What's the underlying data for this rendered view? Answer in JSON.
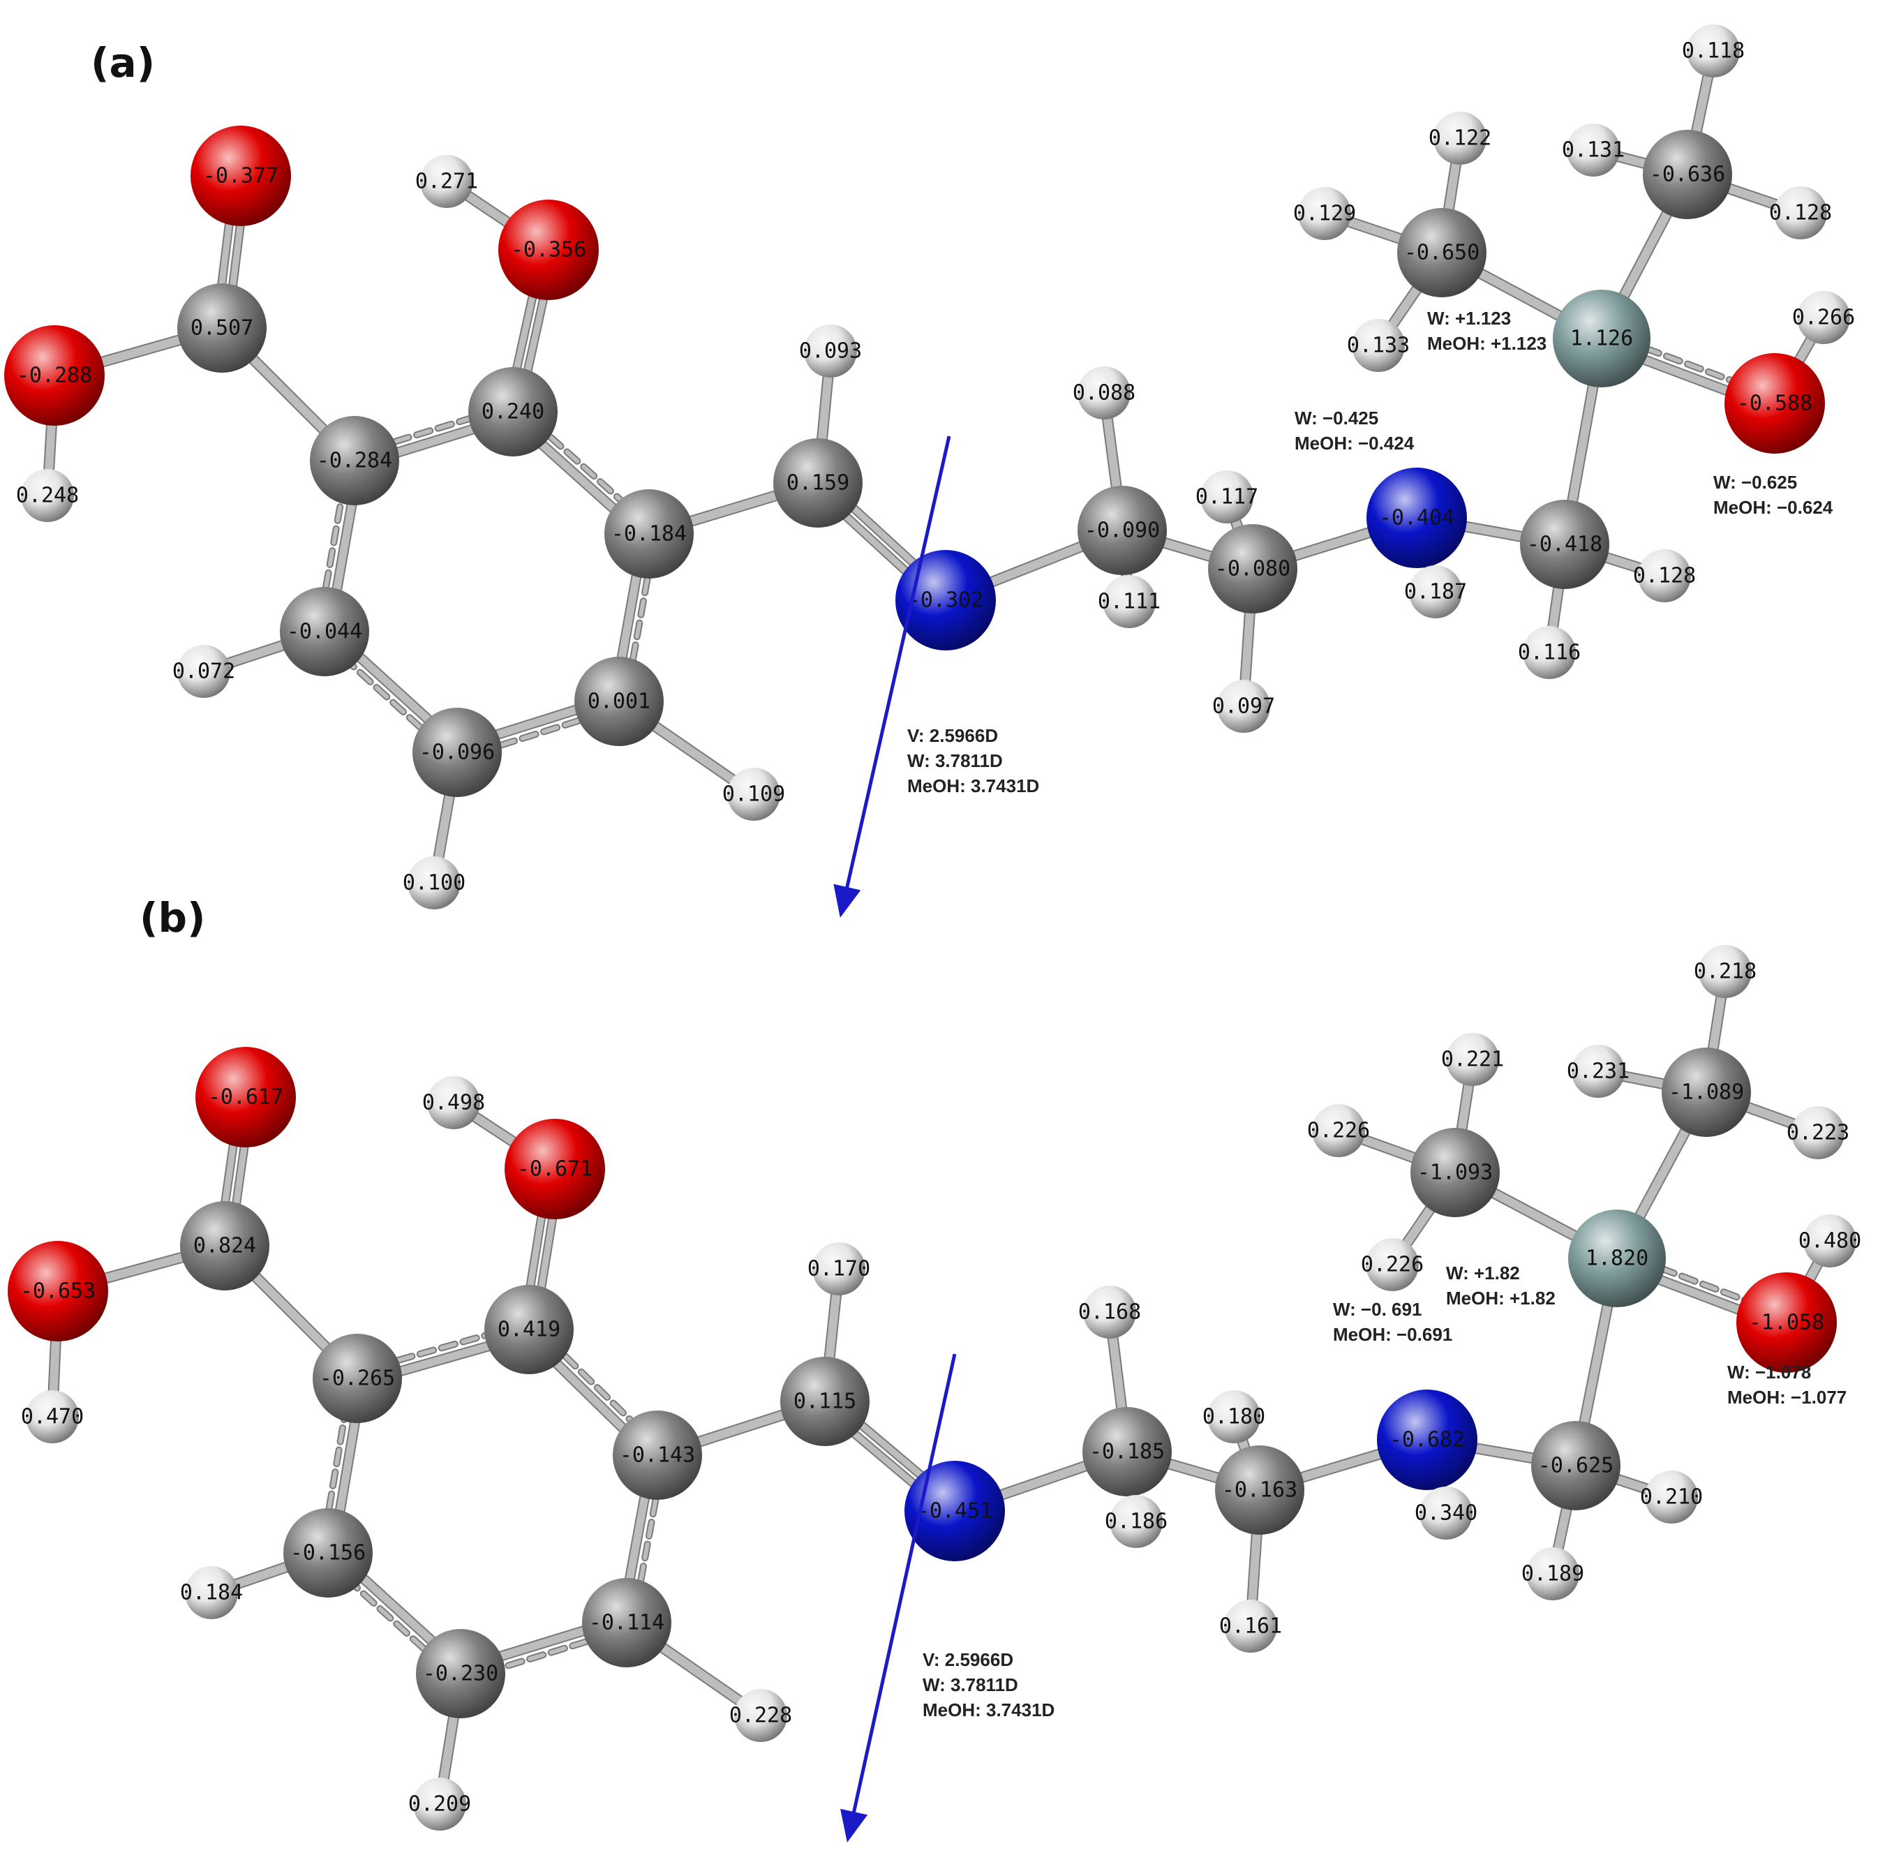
{
  "panels": [
    {
      "label": "(a)",
      "atoms": [
        {
          "id": "O1",
          "el": "O",
          "q": "-0.377"
        },
        {
          "id": "C_cooh",
          "el": "C",
          "q": "0.507"
        },
        {
          "id": "O_oh",
          "el": "O",
          "q": "-0.288"
        },
        {
          "id": "H_oh",
          "el": "H",
          "q": "0.248"
        },
        {
          "id": "C1",
          "el": "C",
          "q": "-0.284"
        },
        {
          "id": "C2",
          "el": "C",
          "q": "0.240"
        },
        {
          "id": "O_ph",
          "el": "O",
          "q": "-0.356"
        },
        {
          "id": "H_ph",
          "el": "H",
          "q": "0.271"
        },
        {
          "id": "C3",
          "el": "C",
          "q": "-0.184"
        },
        {
          "id": "C4",
          "el": "C",
          "q": "0.001"
        },
        {
          "id": "C5",
          "el": "C",
          "q": "-0.096"
        },
        {
          "id": "C6",
          "el": "C",
          "q": "-0.044"
        },
        {
          "id": "H6",
          "el": "H",
          "q": "0.072"
        },
        {
          "id": "H5",
          "el": "H",
          "q": "0.100"
        },
        {
          "id": "H4",
          "el": "H",
          "q": "0.109"
        },
        {
          "id": "C7",
          "el": "C",
          "q": "0.159"
        },
        {
          "id": "H7",
          "el": "H",
          "q": "0.093"
        },
        {
          "id": "N1",
          "el": "N",
          "q": "-0.302"
        },
        {
          "id": "C8",
          "el": "C",
          "q": "-0.090"
        },
        {
          "id": "H8a",
          "el": "H",
          "q": "0.088"
        },
        {
          "id": "H8b",
          "el": "H",
          "q": "0.111"
        },
        {
          "id": "C9",
          "el": "C",
          "q": "-0.080"
        },
        {
          "id": "H9a",
          "el": "H",
          "q": "0.117"
        },
        {
          "id": "H9b",
          "el": "H",
          "q": "0.097"
        },
        {
          "id": "N2",
          "el": "N",
          "q": "-0.404"
        },
        {
          "id": "HN2",
          "el": "H",
          "q": "0.187"
        },
        {
          "id": "C10",
          "el": "C",
          "q": "-0.418"
        },
        {
          "id": "H10a",
          "el": "H",
          "q": "0.128"
        },
        {
          "id": "H10b",
          "el": "H",
          "q": "0.116"
        },
        {
          "id": "Si",
          "el": "Si",
          "q": "1.126"
        },
        {
          "id": "O_si",
          "el": "O",
          "q": "-0.588"
        },
        {
          "id": "H_osi",
          "el": "H",
          "q": "0.266"
        },
        {
          "id": "C11",
          "el": "C",
          "q": "-0.650"
        },
        {
          "id": "H11a",
          "el": "H",
          "q": "0.122"
        },
        {
          "id": "H11b",
          "el": "H",
          "q": "0.129"
        },
        {
          "id": "H11c",
          "el": "H",
          "q": "0.133"
        },
        {
          "id": "C12",
          "el": "C",
          "q": "-0.636"
        },
        {
          "id": "H12a",
          "el": "H",
          "q": "0.118"
        },
        {
          "id": "H12b",
          "el": "H",
          "q": "0.131"
        },
        {
          "id": "H12c",
          "el": "H",
          "q": "0.128"
        }
      ],
      "annotations": {
        "dipole": [
          "V: 2.5966D",
          "W: 3.7811D",
          "MeOH: 3.7431D"
        ],
        "si": [
          "W: +1.123",
          "MeOH: +1.123"
        ],
        "n2": [
          "W: −0.425",
          "MeOH: −0.424"
        ],
        "o_si": [
          "W: −0.625",
          "MeOH: −0.624"
        ]
      }
    },
    {
      "label": "(b)",
      "atoms": [
        {
          "id": "O1",
          "el": "O",
          "q": "-0.617"
        },
        {
          "id": "C_cooh",
          "el": "C",
          "q": "0.824"
        },
        {
          "id": "O_oh",
          "el": "O",
          "q": "-0.653"
        },
        {
          "id": "H_oh",
          "el": "H",
          "q": "0.470"
        },
        {
          "id": "C1",
          "el": "C",
          "q": "-0.265"
        },
        {
          "id": "C2",
          "el": "C",
          "q": "0.419"
        },
        {
          "id": "O_ph",
          "el": "O",
          "q": "-0.671"
        },
        {
          "id": "H_ph",
          "el": "H",
          "q": "0.498"
        },
        {
          "id": "C3",
          "el": "C",
          "q": "-0.143"
        },
        {
          "id": "C4",
          "el": "C",
          "q": "-0.114"
        },
        {
          "id": "C5",
          "el": "C",
          "q": "-0.230"
        },
        {
          "id": "C6",
          "el": "C",
          "q": "-0.156"
        },
        {
          "id": "H6",
          "el": "H",
          "q": "0.184"
        },
        {
          "id": "H5",
          "el": "H",
          "q": "0.209"
        },
        {
          "id": "H4",
          "el": "H",
          "q": "0.228"
        },
        {
          "id": "C7",
          "el": "C",
          "q": "0.115"
        },
        {
          "id": "H7",
          "el": "H",
          "q": "0.170"
        },
        {
          "id": "N1",
          "el": "N",
          "q": "-0.451"
        },
        {
          "id": "C8",
          "el": "C",
          "q": "-0.185"
        },
        {
          "id": "H8a",
          "el": "H",
          "q": "0.168"
        },
        {
          "id": "H8b",
          "el": "H",
          "q": "0.186"
        },
        {
          "id": "C9",
          "el": "C",
          "q": "-0.163"
        },
        {
          "id": "H9a",
          "el": "H",
          "q": "0.180"
        },
        {
          "id": "H9b",
          "el": "H",
          "q": "0.161"
        },
        {
          "id": "N2",
          "el": "N",
          "q": "-0.682"
        },
        {
          "id": "HN2",
          "el": "H",
          "q": "0.340"
        },
        {
          "id": "C10",
          "el": "C",
          "q": "-0.625"
        },
        {
          "id": "H10a",
          "el": "H",
          "q": "0.210"
        },
        {
          "id": "H10b",
          "el": "H",
          "q": "0.189"
        },
        {
          "id": "Si",
          "el": "Si",
          "q": "1.820"
        },
        {
          "id": "O_si",
          "el": "O",
          "q": "-1.058"
        },
        {
          "id": "H_osi",
          "el": "H",
          "q": "0.480"
        },
        {
          "id": "C11",
          "el": "C",
          "q": "-1.093"
        },
        {
          "id": "H11a",
          "el": "H",
          "q": "0.221"
        },
        {
          "id": "H11b",
          "el": "H",
          "q": "0.226"
        },
        {
          "id": "H11c",
          "el": "H",
          "q": "0.226"
        },
        {
          "id": "C12",
          "el": "C",
          "q": "-1.089"
        },
        {
          "id": "H12a",
          "el": "H",
          "q": "0.218"
        },
        {
          "id": "H12b",
          "el": "H",
          "q": "0.231"
        },
        {
          "id": "H12c",
          "el": "H",
          "q": "0.223"
        }
      ],
      "annotations": {
        "dipole": [
          "V: 2.5966D",
          "W: 3.7811D",
          "MeOH: 3.7431D"
        ],
        "si": [
          "W: +1.82",
          "MeOH: +1.82"
        ],
        "n2": [
          "W: −0. 691",
          "MeOH: −0.691"
        ],
        "o_si": [
          "W: −1.078",
          "MeOH: −1.077"
        ]
      }
    }
  ],
  "element_colors": {
    "C": "#808080",
    "H": "#e6e6e6",
    "O": "#e00000",
    "N": "#0a14c8",
    "Si": "#7f9c9c"
  },
  "dipole_color": "#1a1ac8"
}
